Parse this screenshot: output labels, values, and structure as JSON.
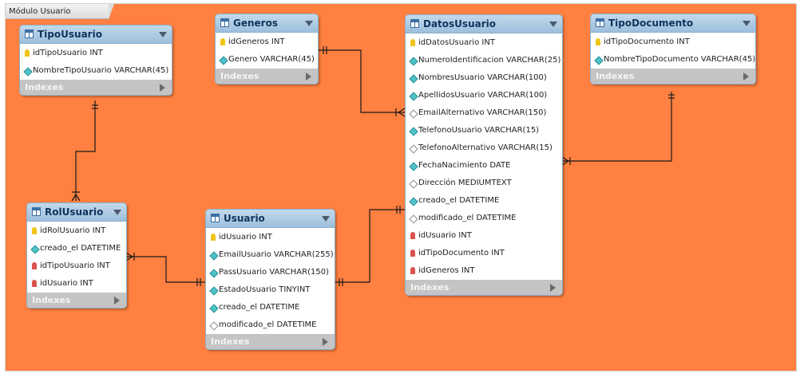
{
  "layer": {
    "title": "Módulo Usuario",
    "color": "#ff8040"
  },
  "indexes_label": "Indexes",
  "tables": {
    "tipousuario": {
      "name": "TipoUsuario",
      "columns": [
        {
          "text": "idTipoUsuario INT",
          "icon": "pk"
        },
        {
          "text": "NombreTipoUsuario VARCHAR(45)",
          "icon": "nn"
        }
      ]
    },
    "generos": {
      "name": "Generos",
      "columns": [
        {
          "text": "idGeneros INT",
          "icon": "pk"
        },
        {
          "text": "Genero VARCHAR(45)",
          "icon": "nn"
        }
      ]
    },
    "datosusuario": {
      "name": "DatosUsuario",
      "columns": [
        {
          "text": "idDatosUsuario INT",
          "icon": "pk"
        },
        {
          "text": "NumeroIdentificacion VARCHAR(25)",
          "icon": "nn"
        },
        {
          "text": "NombresUsuario VARCHAR(100)",
          "icon": "nn"
        },
        {
          "text": "ApellidosUsuario VARCHAR(100)",
          "icon": "nn"
        },
        {
          "text": "EmailAlternativo VARCHAR(150)",
          "icon": "nul"
        },
        {
          "text": "TelefonoUsuario VARCHAR(15)",
          "icon": "nn"
        },
        {
          "text": "TelefonoAlternativo VARCHAR(15)",
          "icon": "nul"
        },
        {
          "text": "FechaNacimiento DATE",
          "icon": "nn"
        },
        {
          "text": "Dirección MEDIUMTEXT",
          "icon": "nul"
        },
        {
          "text": "creado_el DATETIME",
          "icon": "nn"
        },
        {
          "text": "modificado_el DATETIME",
          "icon": "nul"
        },
        {
          "text": "idUsuario INT",
          "icon": "fk"
        },
        {
          "text": "idTipoDocumento INT",
          "icon": "fk"
        },
        {
          "text": "idGeneros INT",
          "icon": "fk"
        }
      ]
    },
    "tipodocumento": {
      "name": "TipoDocumento",
      "columns": [
        {
          "text": "idTipoDocumento INT",
          "icon": "pk"
        },
        {
          "text": "NombreTipoDocumento VARCHAR(45)",
          "icon": "nn"
        }
      ]
    },
    "rolusuario": {
      "name": "RolUsuario",
      "columns": [
        {
          "text": "idRolUsuario INT",
          "icon": "pk"
        },
        {
          "text": "creado_el DATETIME",
          "icon": "nn"
        },
        {
          "text": "idTipoUsuario INT",
          "icon": "fk"
        },
        {
          "text": "idUsuario INT",
          "icon": "fk"
        }
      ]
    },
    "usuario": {
      "name": "Usuario",
      "columns": [
        {
          "text": "idUsuario INT",
          "icon": "pk"
        },
        {
          "text": "EmailUsuario VARCHAR(255)",
          "icon": "nn"
        },
        {
          "text": "PassUsuario VARCHAR(150)",
          "icon": "nn"
        },
        {
          "text": "EstadoUsuario TINYINT",
          "icon": "nn"
        },
        {
          "text": "creado_el DATETIME",
          "icon": "nn"
        },
        {
          "text": "modificado_el DATETIME",
          "icon": "nul"
        }
      ]
    }
  }
}
